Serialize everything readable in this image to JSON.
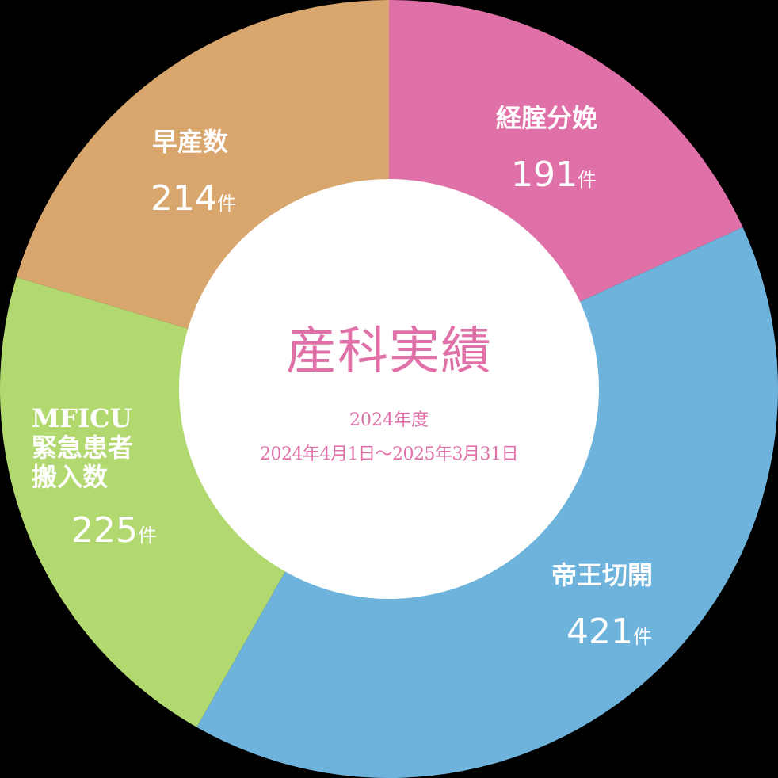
{
  "chart_data": {
    "type": "pie",
    "variant": "donut",
    "title": "産科実績",
    "subtitle": "2024年度",
    "period": "2024年4月1日～2025年3月31日",
    "unit": "件",
    "start_angle_deg": 0,
    "direction": "clockwise",
    "categories": [
      "経腟分娩",
      "帝王切開",
      "MFICU緊急患者搬入数",
      "早産数"
    ],
    "values": [
      191,
      421,
      225,
      214
    ],
    "colors": [
      "#E070A8",
      "#6EB3DB",
      "#B2D970",
      "#D9A76E"
    ],
    "legend": "none",
    "labels_on_segments": true
  },
  "center": {
    "title": "産科実績",
    "year": "2024年度",
    "period": "2024年4月1日～2025年3月31日",
    "text_color": "#E070A8"
  },
  "segments": {
    "vaginal": {
      "name": "経腟分娩",
      "value": "191",
      "unit": "件"
    },
    "cesarean": {
      "name": "帝王切開",
      "value": "421",
      "unit": "件"
    },
    "mficu": {
      "name": "MFICU\n緊急患者\n搬入数",
      "value": "225",
      "unit": "件"
    },
    "preterm": {
      "name": "早産数",
      "value": "214",
      "unit": "件"
    }
  },
  "colors": {
    "background": "#000000",
    "hole": "#FFFFFF",
    "label_text": "#FFFFFF"
  }
}
